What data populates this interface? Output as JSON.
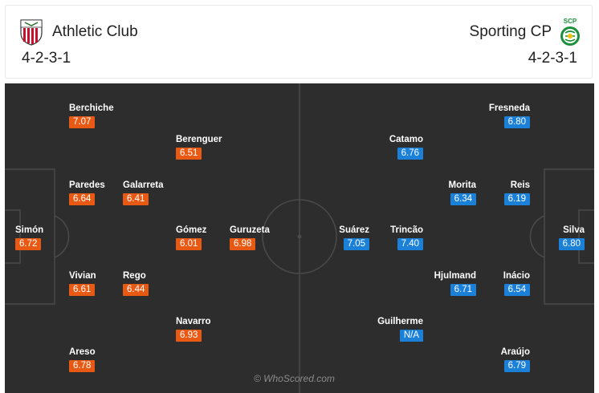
{
  "home": {
    "name": "Athletic Club",
    "formation": "4-2-3-1",
    "crest_icon": "athletic-club-crest-icon"
  },
  "away": {
    "name": "Sporting CP",
    "formation": "4-2-3-1",
    "crest_icon": "sporting-cp-crest-icon"
  },
  "colors": {
    "pitch": "#2d2d2d",
    "home_rating": "#e85a14",
    "away_rating": "#1a80d8",
    "lines": "#4a4a4a"
  },
  "home_players": [
    {
      "name": "Berchiche",
      "rating": "7.07"
    },
    {
      "name": "Berenguer",
      "rating": "6.51"
    },
    {
      "name": "Paredes",
      "rating": "6.64"
    },
    {
      "name": "Galarreta",
      "rating": "6.41"
    },
    {
      "name": "Simón",
      "rating": "6.72"
    },
    {
      "name": "Gómez",
      "rating": "6.01"
    },
    {
      "name": "Guruzeta",
      "rating": "6.98"
    },
    {
      "name": "Vivian",
      "rating": "6.61"
    },
    {
      "name": "Rego",
      "rating": "6.44"
    },
    {
      "name": "Navarro",
      "rating": "6.93"
    },
    {
      "name": "Areso",
      "rating": "6.78"
    }
  ],
  "away_players": [
    {
      "name": "Fresneda",
      "rating": "6.80"
    },
    {
      "name": "Catamo",
      "rating": "6.76"
    },
    {
      "name": "Morita",
      "rating": "6.34"
    },
    {
      "name": "Reis",
      "rating": "6.19"
    },
    {
      "name": "Suárez",
      "rating": "7.05"
    },
    {
      "name": "Trincão",
      "rating": "7.40"
    },
    {
      "name": "Silva",
      "rating": "6.80"
    },
    {
      "name": "Hjulmand",
      "rating": "6.71"
    },
    {
      "name": "Inácio",
      "rating": "6.54"
    },
    {
      "name": "Guilherme",
      "rating": "N/A"
    },
    {
      "name": "Araújo",
      "rating": "6.79"
    }
  ],
  "watermark": "© WhoScored.com"
}
